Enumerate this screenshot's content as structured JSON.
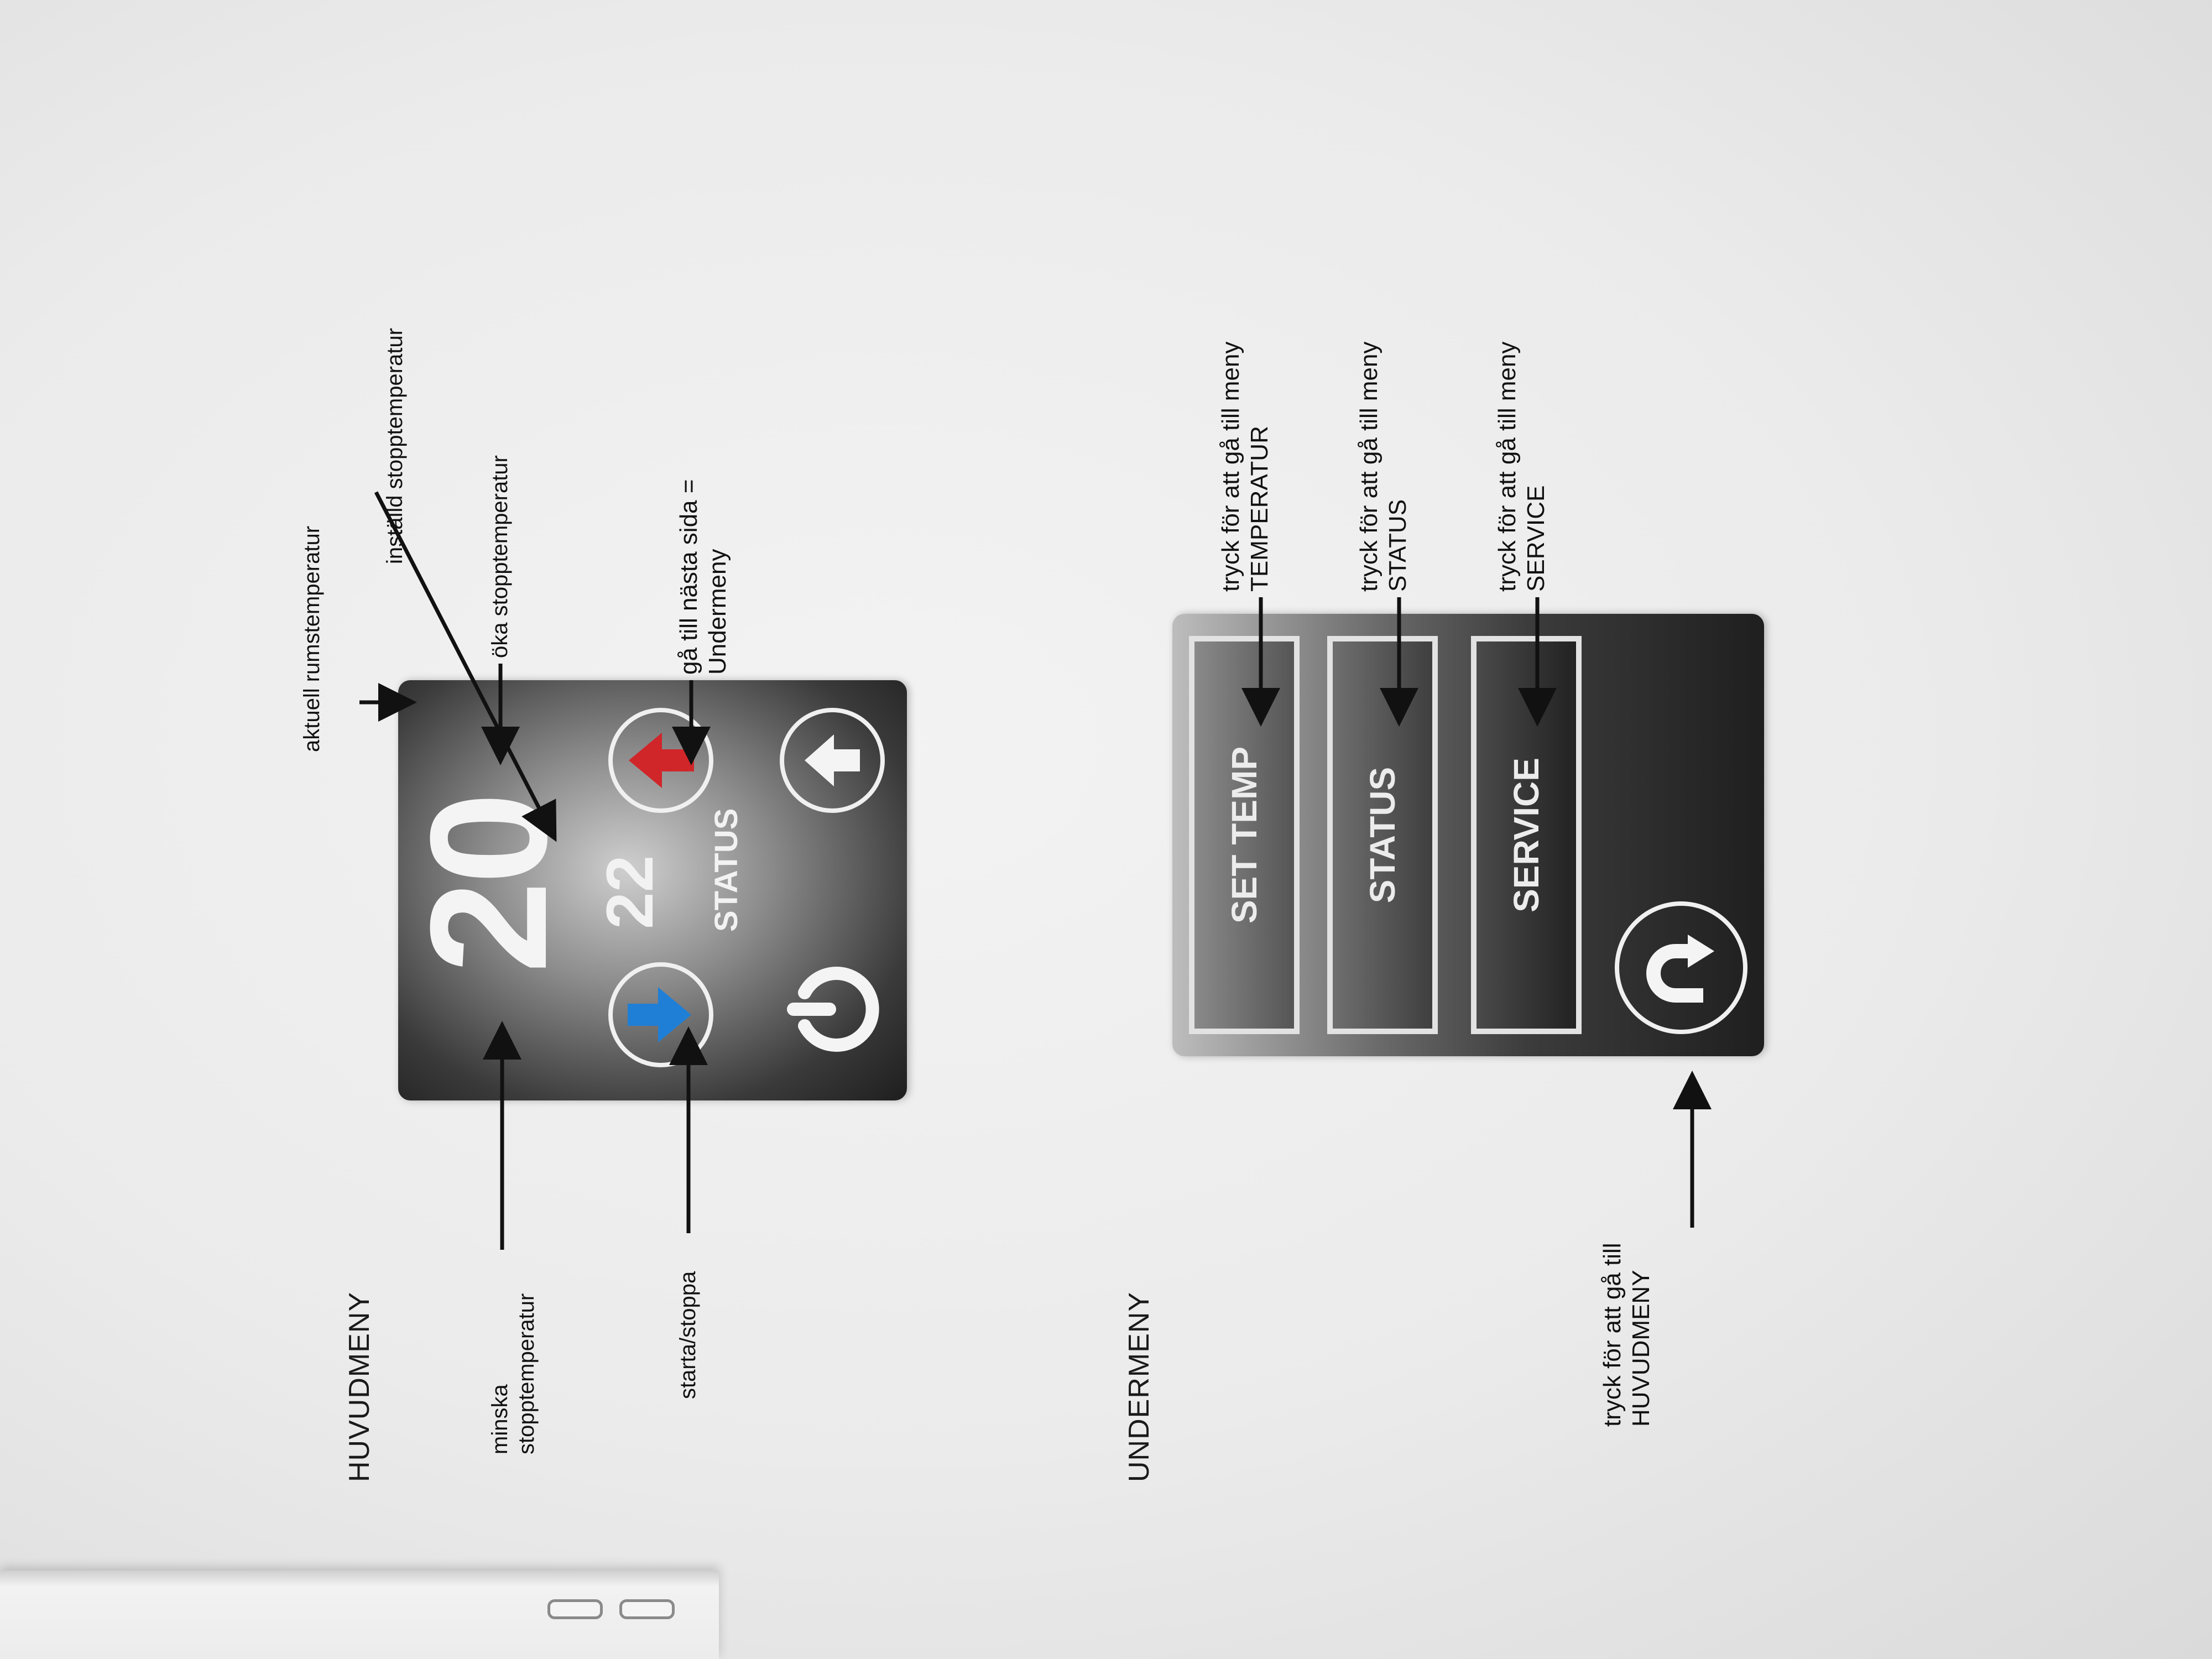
{
  "main_menu": {
    "title": "HUVUDMENY",
    "current_temp": "20",
    "set_temp": "22",
    "status_label": "STATUS",
    "annotations": {
      "current_room_temp": "aktuell rumstemperatur",
      "set_stop_temp": "inställd stopptemperatur",
      "decrease_line1": "minska",
      "decrease_line2": "stopptemperatur",
      "increase": "öka stopptemperatur",
      "start_stop": "starta/stoppa",
      "next_page_line1": "gå till nästa sida =",
      "next_page_line2": "Undermeny"
    },
    "colors": {
      "decrease_arrow": "#1f7fd6",
      "increase_arrow": "#d0262a"
    }
  },
  "sub_menu": {
    "title": "UNDERMENY",
    "buttons": {
      "set_temp": "SET TEMP",
      "status": "STATUS",
      "service": "SERVICE"
    },
    "annotations": {
      "to_temp_line1": "tryck för att gå till meny",
      "to_temp_line2": "TEMPERATUR",
      "to_status_line1": "tryck för att gå till meny",
      "to_status_line2": "STATUS",
      "to_service_line1": "tryck för att gå till meny",
      "to_service_line2": "SERVICE",
      "to_main_line1": "tryck för att gå till",
      "to_main_line2": "HUVUDMENY"
    }
  }
}
